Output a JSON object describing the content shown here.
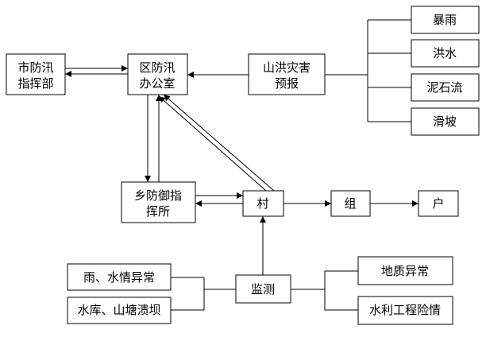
{
  "diagram": {
    "boxes": {
      "city_hq": [
        "市防汛",
        "指挥部"
      ],
      "district_office": [
        "区防汛",
        "办公室"
      ],
      "flood_forecast": [
        "山洪灾害",
        "预报"
      ],
      "rainstorm": [
        "暴雨"
      ],
      "flood": [
        "洪水"
      ],
      "mudslide": [
        "泥石流"
      ],
      "landslide": [
        "滑坡"
      ],
      "township_post": [
        "乡防御指",
        "挥所"
      ],
      "village": [
        "村"
      ],
      "group": [
        "组"
      ],
      "household": [
        "户"
      ],
      "rain_water_anomaly": [
        "雨、水情异常"
      ],
      "reservoir_dam_burst": [
        "水库、山塘溃坝"
      ],
      "monitoring": [
        "监测"
      ],
      "geology_anomaly": [
        "地质异常"
      ],
      "water_project_hazard": [
        "水利工程险情"
      ]
    }
  }
}
